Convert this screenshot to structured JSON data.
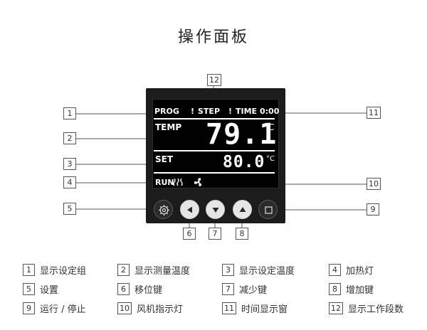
{
  "title": "操作面板",
  "display": {
    "row1": {
      "prog": "PROG",
      "step": "STEP",
      "time": "TIME",
      "time_value": "0:00"
    },
    "temp_label": "TEMP",
    "measured_value": "79.1",
    "measured_unit": "°C",
    "set_label": "SET",
    "set_value": "80.0",
    "set_unit": "°C",
    "run_label": "RUN"
  },
  "callouts": [
    "1",
    "2",
    "3",
    "4",
    "5",
    "6",
    "7",
    "8",
    "9",
    "10",
    "11",
    "12"
  ],
  "legend": [
    {
      "num": "1",
      "text": "显示设定组"
    },
    {
      "num": "2",
      "text": "显示测量温度"
    },
    {
      "num": "3",
      "text": "显示设定温度"
    },
    {
      "num": "4",
      "text": "加热灯"
    },
    {
      "num": "5",
      "text": "设置"
    },
    {
      "num": "6",
      "text": "移位键"
    },
    {
      "num": "7",
      "text": "减少键"
    },
    {
      "num": "8",
      "text": "增加键"
    },
    {
      "num": "9",
      "text": "运行 / 停止"
    },
    {
      "num": "10",
      "text": "风机指示灯"
    },
    {
      "num": "11",
      "text": "时间显示窗"
    },
    {
      "num": "12",
      "text": "显示工作段数"
    }
  ],
  "icons": {
    "settings": "gear-icon",
    "shift": "triangle-left-icon",
    "decrease": "triangle-down-icon",
    "increase": "triangle-up-icon",
    "run_stop": "square-icon",
    "heating": "heat-wave-icon",
    "fan": "fan-icon"
  },
  "colors": {
    "panel": "#1c1c1c",
    "lcd": "#000000",
    "lcd_text": "#ffffff",
    "button": "#e6e6e6"
  }
}
